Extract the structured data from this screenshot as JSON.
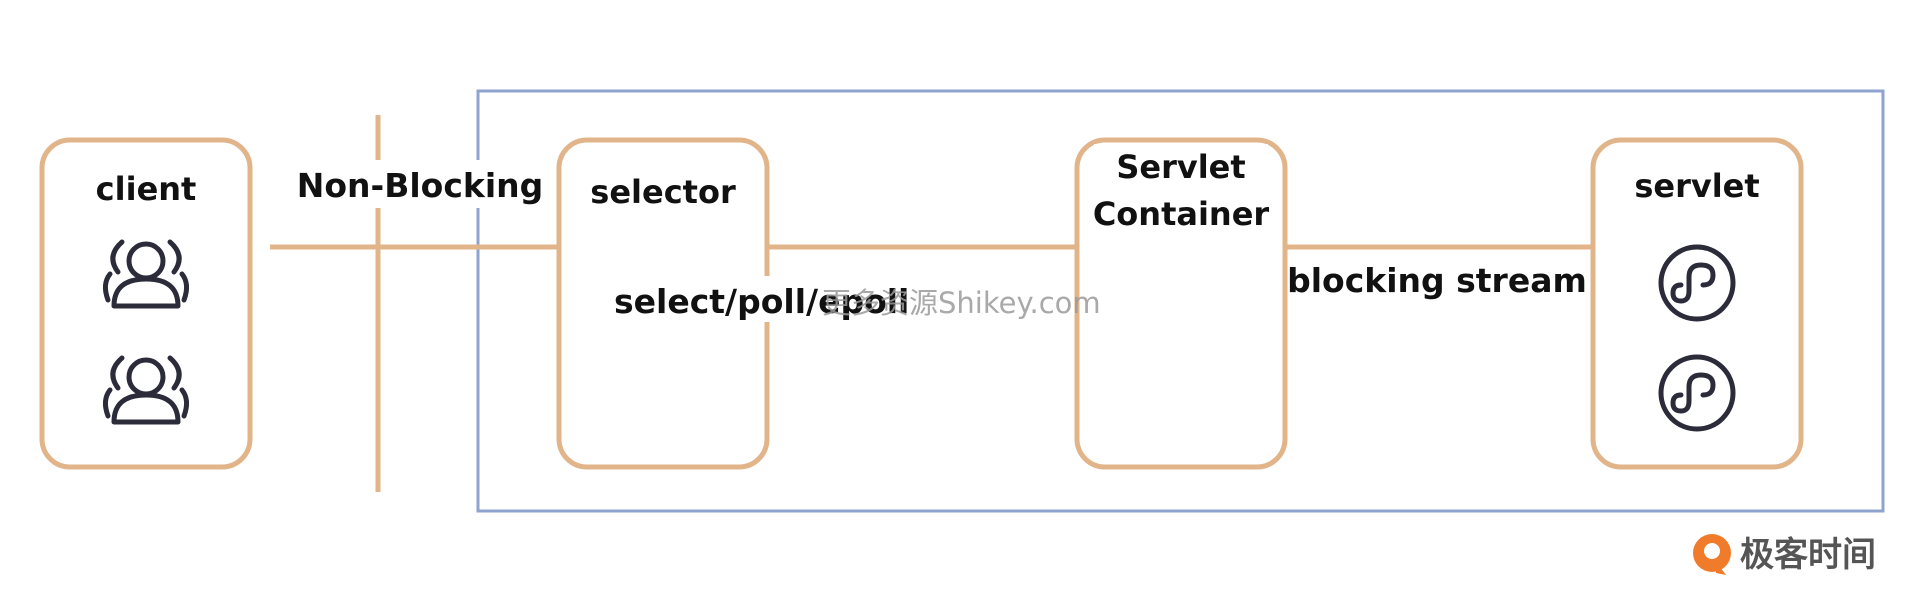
{
  "nodes": {
    "client": {
      "label": "client"
    },
    "selector": {
      "label": "selector"
    },
    "container": {
      "label_line1": "Servlet",
      "label_line2": "Container"
    },
    "servlet": {
      "label": "servlet"
    }
  },
  "edges": {
    "non_blocking": {
      "label": "Non-Blocking"
    },
    "select_poll_epoll": {
      "label": "select/poll/epoll"
    },
    "blocking_stream": {
      "label": "blocking stream"
    }
  },
  "watermark": {
    "text": "更多资源Shikey.com"
  },
  "logo": {
    "text": "极客时间"
  },
  "icons": {
    "client_icons": [
      "users-icon",
      "users-icon"
    ],
    "servlet_icons": [
      "mini-program-icon",
      "mini-program-icon"
    ]
  },
  "colors": {
    "box_stroke": "#e2b48a",
    "boundary_stroke": "#8fa3cf",
    "text": "#111111",
    "icon": "#2b2b3a",
    "logo_orange": "#f07b2a"
  }
}
